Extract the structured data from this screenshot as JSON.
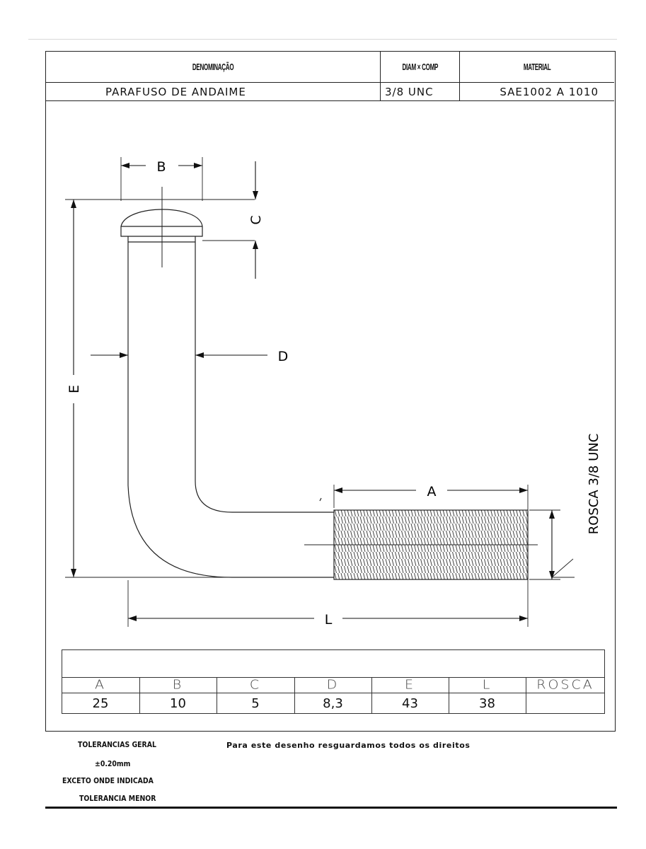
{
  "title_block": {
    "headers": {
      "denominacao": "DENOMINAÇÃO",
      "diam_comp": "DIAM × COMP",
      "material": "MATERIAL"
    },
    "values": {
      "denominacao": "PARAFUSO DE ANDAIME",
      "diam_comp": "3/8 UNC",
      "material": "SAE1002 A 1010"
    }
  },
  "drawing": {
    "labels": {
      "a": "A",
      "b": "B",
      "c": "C",
      "d": "D",
      "e": "E",
      "l": "L",
      "rosca": "ROSCA 3/8 UNC"
    }
  },
  "dimension_table": {
    "headers": [
      "A",
      "B",
      "C",
      "D",
      "E",
      "L",
      "ROSCA"
    ],
    "values": [
      "25",
      "10",
      "5",
      "8,3",
      "43",
      "38",
      ""
    ]
  },
  "footer": {
    "tolerance_lines": [
      "TOLERANCIAS GERAL",
      "±0.20mm",
      "EXCETO ONDE INDICADA",
      "TOLERANCIA MENOR"
    ],
    "rights_text": "Para este desenho resguardamos todos os direitos"
  }
}
